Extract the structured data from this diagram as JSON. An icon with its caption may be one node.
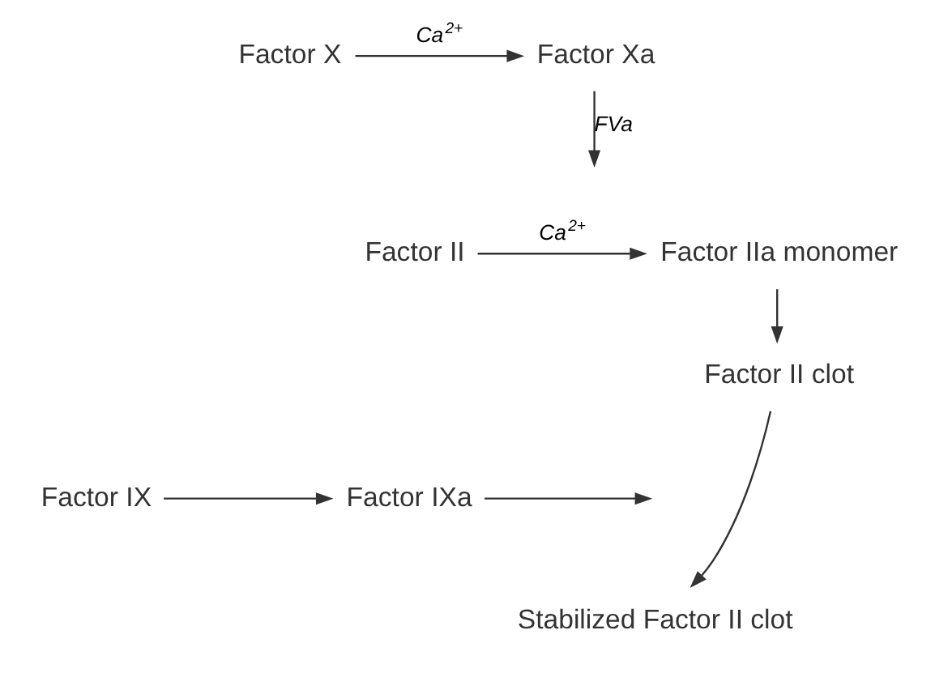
{
  "diagram": {
    "nodes": [
      {
        "text": [
          "Factor X"
        ]
      },
      {
        "text": [
          "Factor Xa"
        ]
      },
      {
        "text": [
          "Factor II"
        ]
      },
      {
        "text": [
          "Factor IIa monomer"
        ]
      },
      {
        "text": [
          "Factor II clot"
        ]
      },
      {
        "text": [
          "Factor IX"
        ]
      },
      {
        "text": [
          "Factor IXa"
        ]
      },
      {
        "text": [
          "Stabilized Factor II clot"
        ]
      }
    ],
    "edges": [
      {
        "from": 0,
        "to": 1,
        "arrow": "to",
        "label": "Ca$^{2+}$"
      },
      {
        "from": 1,
        "to": null,
        "arrow": "to",
        "label": "FVa"
      },
      {
        "from": 2,
        "to": 3,
        "arrow": "to",
        "label": "Ca$^{2+}$"
      },
      {
        "from": 3,
        "to": 4,
        "arrow": "to"
      },
      {
        "from": 5,
        "to": 6,
        "arrow": "to"
      },
      {
        "from": 6,
        "to": null,
        "arrow": "to"
      },
      {
        "from": 4,
        "to": 7,
        "arrow": "to"
      }
    ]
  }
}
